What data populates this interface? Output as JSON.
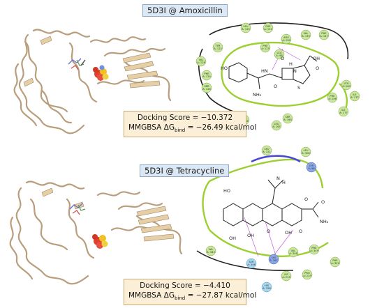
{
  "panels": [
    {
      "title": "5D3I @ Amoxicillin",
      "score_label": "Docking Score = −10.372",
      "mmgbsa_prefix": "MMGBSA ΔG",
      "mmgbsa_sub": "bind",
      "mmgbsa_value": " = −26.49 kcal/mol",
      "residues": [
        {
          "name": "LEU",
          "num": "A: 125"
        },
        {
          "name": "TYR",
          "num": "A: 122"
        },
        {
          "name": "PHE",
          "num": "A: 123"
        },
        {
          "name": "ARG",
          "num": "A: 150"
        },
        {
          "name": "VAL",
          "num": "A: 149"
        },
        {
          "name": "PHE",
          "num": "A: 147"
        },
        {
          "name": "PHE",
          "num": "A: 151"
        },
        {
          "name": "LEU",
          "num": "A: 98"
        },
        {
          "name": "VAL",
          "num": "A: 128"
        },
        {
          "name": "PHE",
          "num": "A: 124"
        },
        {
          "name": "SER",
          "num": "A: 126"
        },
        {
          "name": "VAL",
          "num": "A: 166"
        },
        {
          "name": "LEU",
          "num": "A: 160"
        },
        {
          "name": "PHE",
          "num": "A: 156"
        },
        {
          "name": "ILE",
          "num": "A: 172"
        },
        {
          "name": "ILE",
          "num": "A: 177"
        },
        {
          "name": "LEU",
          "num": "A: 167"
        },
        {
          "name": "SER",
          "num": "A: 163"
        }
      ],
      "atoms": [
        "HO",
        "NH₂",
        "HN",
        "H",
        "N",
        "S",
        "O",
        "O",
        "OH",
        "O"
      ]
    },
    {
      "title": "5D3I @ Tetracycline",
      "score_label": "Docking Score = −4.410",
      "mmgbsa_prefix": "MMGBSA ΔG",
      "mmgbsa_sub": "bind",
      "mmgbsa_value": " = −27.87 kcal/mol",
      "residues": [
        {
          "name": "LEU",
          "num": "A: 321"
        },
        {
          "name": "LEU",
          "num": "A: 300"
        },
        {
          "name": "LYS",
          "num": "A: 98"
        },
        {
          "name": "VAL",
          "num": "A: 343"
        },
        {
          "name": "SER",
          "num": "A: 346"
        },
        {
          "name": "LYS",
          "num": "A: 367"
        },
        {
          "name": "VAL",
          "num": "A: 348"
        },
        {
          "name": "PHE",
          "num": "A: 349"
        },
        {
          "name": "PHE",
          "num": "A: 322"
        },
        {
          "name": "HIS",
          "num": "A: 326"
        },
        {
          "name": "ILE",
          "num": "A: 219"
        },
        {
          "name": "PRO",
          "num": "A: 229"
        }
      ],
      "atoms": [
        "N",
        "H",
        "HO",
        "O",
        "OH",
        "OH",
        "OH",
        "O",
        "O",
        "O",
        "NH₂"
      ]
    }
  ]
}
